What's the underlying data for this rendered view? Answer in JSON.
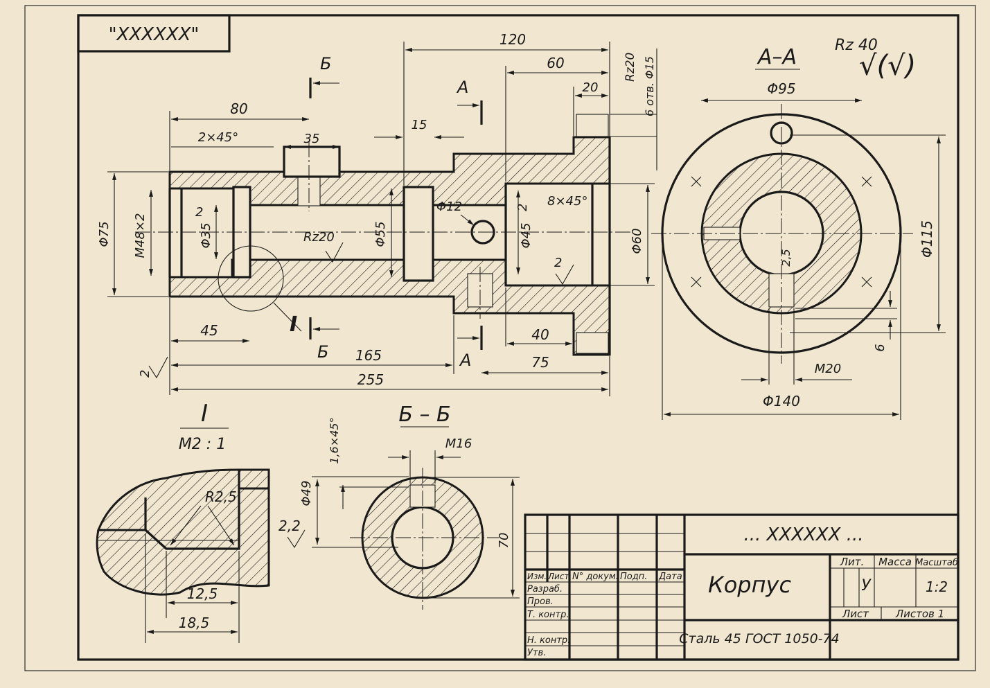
{
  "drawing": {
    "corner_stamp": "\"XXXXXX\"",
    "main_view_dims": {
      "d120": "120",
      "d60": "60",
      "d20": "20",
      "d80": "80",
      "d35": "35",
      "d15": "15",
      "chamfer_left": "2×45°",
      "chamfer_right": "8×45°",
      "phi75": "Φ75",
      "m48": "M48×2",
      "phi35": "Φ35",
      "rz20": "Rz20",
      "phi55": "Φ55",
      "phi12": "Φ12",
      "phi45": "Φ45",
      "phi60": "Φ60",
      "rough2a": "2",
      "rough2b": "2",
      "rough2c": "2",
      "d45": "45",
      "d165": "165",
      "d255": "255",
      "d40": "40",
      "d75": "75",
      "rz20_top": "Rz20",
      "holes": "6 отв. Φ15",
      "cut_a": "А",
      "cut_b": "Б",
      "detail_mark": "I"
    },
    "roughness_general": {
      "value": "Rz 40",
      "symbol": "√(√)"
    },
    "section_aa": {
      "title": "А–А",
      "phi95": "Φ95",
      "phi115": "Φ115",
      "phi140": "Φ140",
      "m20": "M20",
      "d6": "6",
      "r25": "2,5"
    },
    "detail_1": {
      "title": "I",
      "scale": "M2 : 1",
      "r25": "R2,5",
      "rough22": "2,2",
      "d125": "12,5",
      "d185": "18,5"
    },
    "section_bb": {
      "title": "Б – Б",
      "m16": "M16",
      "phi49": "Φ49",
      "chamfer": "1,6×45°",
      "d70": "70"
    }
  },
  "title_block": {
    "doc_code": "... XXXXXX ...",
    "part_name": "Корпус",
    "material": "Сталь 45 ГОСТ 1050-74",
    "headers": {
      "izm": "Изм.",
      "list": "Лист",
      "doc_no": "N° докум.",
      "sign": "Подп.",
      "date": "Дата"
    },
    "roles": [
      "Разраб.",
      "Пров.",
      "Т. контр.",
      "Н. контр.",
      "Утв."
    ],
    "lit_label": "Лит.",
    "mass_label": "Масса",
    "scale_label": "Масштаб",
    "lit_value": "У",
    "scale_value": "1:2",
    "sheet_label": "Лист",
    "sheets_label": "Листов 1"
  },
  "colors": {
    "paper": "#f1e6cf",
    "ink": "#1a1a1a"
  }
}
